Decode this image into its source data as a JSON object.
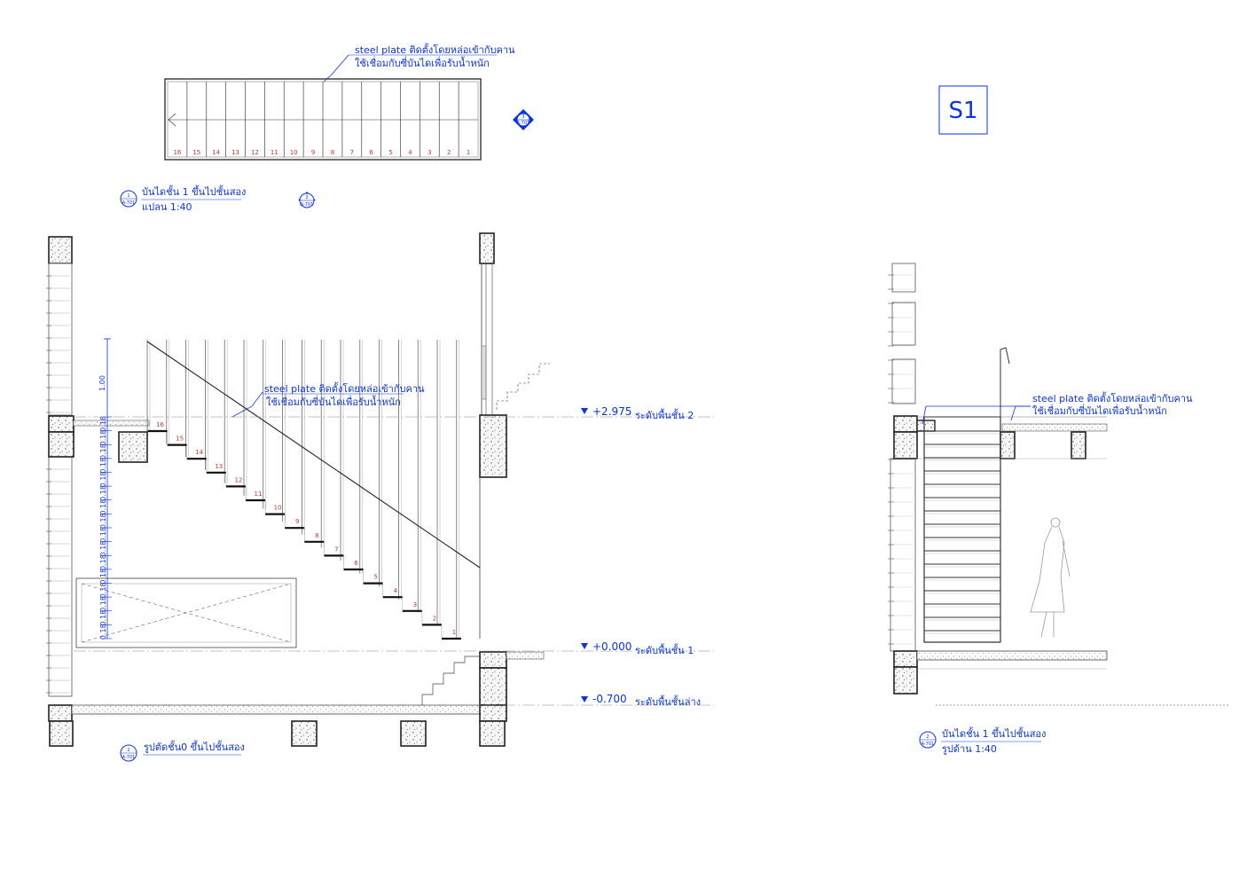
{
  "sheet_tag": "S1",
  "plan": {
    "title": "บันไดชั้น 1  ขึ้นไปชั้นสอง",
    "subtitle": "แปลน 1:40",
    "ref_num": "1",
    "ref_sheet": "A-701",
    "section_ref_num": "2",
    "section_ref_sheet": "A-701",
    "marker_num": "3",
    "marker_sheet": "A-701",
    "note_line1": "steel plate  ติดตั้งโดยหล่อเข้ากับคาน",
    "note_line2": "ใช้เชื่อมกับซี่บันไดเพื่อรับน้ำหนัก",
    "step_numbers": [
      "16",
      "15",
      "14",
      "13",
      "12",
      "11",
      "10",
      "9",
      "8",
      "7",
      "6",
      "5",
      "4",
      "3",
      "2",
      "1"
    ]
  },
  "section": {
    "title": "รูปตัดชั้น0  ขึ้นไปชั้นสอง",
    "ref_num": "2",
    "ref_sheet": "A-701",
    "note_line1": "steel plate  ติดตั้งโดยหล่อเข้ากับคาน",
    "note_line2": "ใช้เชื่อมกับซี่บันไดเพื่อรับน้ำหนัก",
    "rail_height": "1.00",
    "riser_dims": [
      "0.18",
      "0.18",
      "0.18",
      "0.18",
      "0.18",
      "0.18",
      "0.18",
      "0.18",
      "0.18",
      "0.18",
      "0.18",
      "0.18",
      "0.18",
      "0.18",
      "0.18",
      "0.18"
    ],
    "step_numbers": [
      "1",
      "2",
      "3",
      "4",
      "5",
      "6",
      "7",
      "8",
      "9",
      "10",
      "11",
      "12",
      "13",
      "14",
      "15",
      "16"
    ],
    "levels": [
      {
        "value": "+2.975",
        "label": "ระดับพื้นชั้น 2"
      },
      {
        "value": "+0.000",
        "label": "ระดับพื้นชั้น 1"
      },
      {
        "value": "-0.700",
        "label": "ระดับพื้นชั้นล่าง"
      }
    ]
  },
  "elevation": {
    "title": "บันไดชั้น 1  ขึ้นไปชั้นสอง",
    "subtitle": "รูปด้าน 1:40",
    "ref_num": "2",
    "ref_sheet": "A-701",
    "note_line1": "steel plate  ติดตั้งโดยหล่อเข้ากับคาน",
    "note_line2": "ใช้เชื่อมกับซี่บันไดเพื่อรับน้ำหนัก"
  },
  "colors": {
    "annotation": "#0a33e6",
    "step_numbers": "#c0392b",
    "linework": "#333333"
  }
}
